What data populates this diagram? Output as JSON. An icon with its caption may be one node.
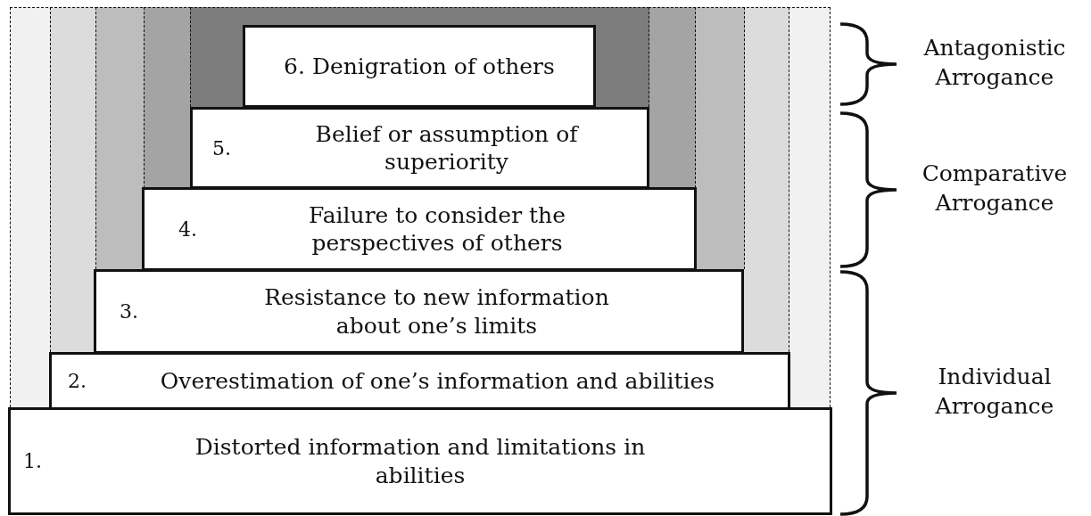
{
  "diagram": {
    "nodes": [
      {
        "text": [
          "6. Denigration of others"
        ]
      },
      {
        "text": [
          "5.",
          "Belief or assumption of superiority"
        ]
      },
      {
        "text": [
          "4.",
          "Failure to consider the perspectives of others"
        ]
      },
      {
        "text": [
          "3.",
          "Resistance to new information about one’s limits"
        ]
      },
      {
        "text": [
          "2.",
          "Overestimation of one’s information and abilities"
        ]
      },
      {
        "text": [
          "1.",
          "Distorted information and limitations in abilities"
        ]
      }
    ],
    "labels": [
      "Antagonistic Arrogance",
      "Comparative Arrogance",
      "Individual Arrogance"
    ]
  }
}
